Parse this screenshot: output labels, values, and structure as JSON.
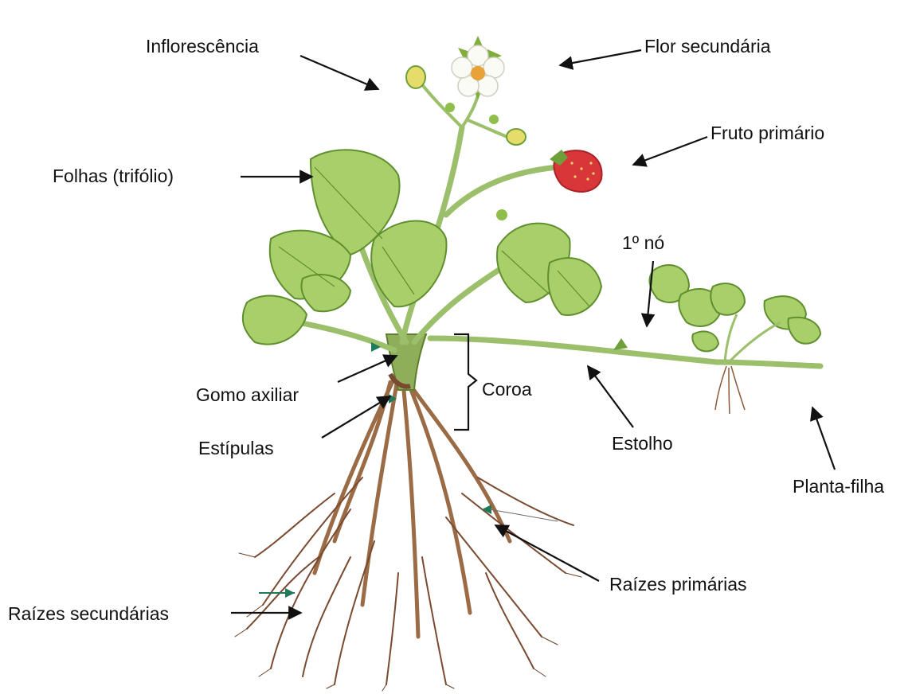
{
  "labels": {
    "inflorescencia": "Inflorescência",
    "flor_secundaria": "Flor secundária",
    "fruto_primario": "Fruto primário",
    "folhas": "Folhas (trifólio)",
    "primeiro_no": "1º nó",
    "gomo_axiliar": "Gomo axiliar",
    "coroa": "Coroa",
    "estipulas": "Estípulas",
    "estolho": "Estolho",
    "planta_filha": "Planta-filha",
    "raizes_primarias": "Raízes primárias",
    "raizes_secundarias": "Raízes secundárias"
  },
  "colors": {
    "leaf": "#8fbf4a",
    "leaf_dark": "#5f8f2e",
    "stem": "#9bbf6a",
    "fruit": "#d9363a",
    "root": "#8a5a3a",
    "arrow": "#111111",
    "marker": "#1e7a5a"
  }
}
